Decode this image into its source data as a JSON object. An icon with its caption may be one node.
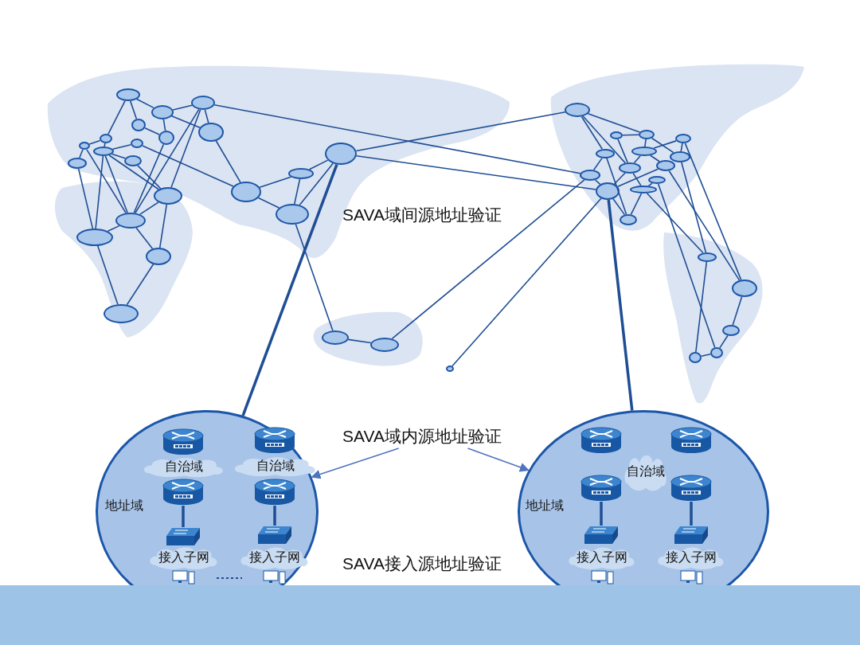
{
  "diagram": {
    "nodes": [
      {
        "text": [],
        "shape": "ellipse"
      },
      {
        "text": [],
        "shape": "ellipse"
      },
      {
        "text": [],
        "shape": "ellipse"
      },
      {
        "text": [],
        "shape": "ellipse"
      },
      {
        "text": [],
        "shape": "ellipse"
      },
      {
        "text": [],
        "shape": "ellipse"
      },
      {
        "text": [],
        "shape": "ellipse"
      },
      {
        "text": [],
        "shape": "ellipse"
      },
      {
        "text": [],
        "shape": "ellipse"
      },
      {
        "text": [],
        "shape": "ellipse"
      },
      {
        "text": [],
        "shape": "ellipse"
      },
      {
        "text": [],
        "shape": "ellipse"
      },
      {
        "text": [],
        "shape": "ellipse"
      },
      {
        "text": [],
        "shape": "ellipse"
      },
      {
        "text": [],
        "shape": "ellipse"
      },
      {
        "text": [],
        "shape": "ellipse"
      },
      {
        "text": [],
        "shape": "ellipse"
      },
      {
        "text": [],
        "shape": "ellipse"
      },
      {
        "text": [],
        "shape": "ellipse"
      },
      {
        "text": [],
        "shape": "ellipse"
      },
      {
        "text": [],
        "shape": "ellipse"
      },
      {
        "text": [],
        "shape": "ellipse"
      },
      {
        "text": [],
        "shape": "ellipse"
      },
      {
        "text": [],
        "shape": "ellipse"
      },
      {
        "text": [],
        "shape": "ellipse"
      },
      {
        "text": [],
        "shape": "ellipse"
      },
      {
        "text": [],
        "shape": "ellipse"
      },
      {
        "text": [],
        "shape": "ellipse"
      },
      {
        "text": [],
        "shape": "ellipse"
      },
      {
        "text": [],
        "shape": "ellipse"
      },
      {
        "text": [],
        "shape": "ellipse"
      },
      {
        "text": [],
        "shape": "ellipse"
      },
      {
        "text": [],
        "shape": "ellipse"
      },
      {
        "text": [],
        "shape": "ellipse"
      },
      {
        "text": [],
        "shape": "ellipse"
      },
      {
        "text": [],
        "shape": "ellipse"
      },
      {
        "text": [],
        "shape": "ellipse"
      },
      {
        "text": [],
        "shape": "ellipse"
      },
      {
        "text": [],
        "shape": "ellipse"
      },
      {
        "text": [],
        "shape": "ellipse"
      },
      {
        "text": [],
        "shape": "ellipse"
      },
      {
        "text": [],
        "shape": "ellipse"
      },
      {
        "text": [],
        "shape": "ellipse"
      },
      {
        "text": [
          "SAVA域内源地址验证"
        ]
      },
      {
        "text": [
          "地址域"
        ]
      },
      {
        "text": [],
        "shape": "picture",
        "in": 44
      },
      {
        "text": [],
        "shape": "picture",
        "in": 44
      },
      {
        "text": [
          "自治域"
        ],
        "in": 44
      },
      {
        "text": [
          "自治域"
        ],
        "in": 44
      },
      {
        "text": [],
        "shape": "picture",
        "in": 44
      },
      {
        "text": [],
        "shape": "picture",
        "in": 44
      },
      {
        "text": [],
        "shape": "picture",
        "in": 44
      },
      {
        "text": [],
        "shape": "picture",
        "in": 44
      },
      {
        "text": [
          "接入子网"
        ],
        "in": 44
      },
      {
        "text": [
          "接入子网"
        ],
        "in": 44
      },
      {
        "text": [
          "地址域"
        ]
      },
      {
        "text": [],
        "shape": "picture",
        "in": 55
      },
      {
        "text": [],
        "shape": "picture",
        "in": 55
      },
      {
        "text": [
          "自治域"
        ],
        "in": 55
      },
      {
        "text": [],
        "shape": "picture",
        "in": 55
      },
      {
        "text": [],
        "shape": "picture",
        "in": 55
      },
      {
        "text": [],
        "shape": "picture",
        "in": 55
      },
      {
        "text": [],
        "shape": "picture",
        "in": 55
      },
      {
        "text": [
          "接入子网"
        ],
        "in": 55
      },
      {
        "text": [
          "接入子网"
        ],
        "in": 55
      }
    ],
    "edges": [
      {
        "from": 0,
        "to": 1,
        "arrow": "none"
      },
      {
        "from": 0,
        "to": 6,
        "arrow": "none"
      },
      {
        "from": 0,
        "to": 3,
        "arrow": "none"
      },
      {
        "from": 1,
        "to": 2,
        "arrow": "none"
      },
      {
        "from": 1,
        "to": 4,
        "arrow": "none"
      },
      {
        "from": 1,
        "to": 5,
        "arrow": "none"
      },
      {
        "from": 2,
        "to": 5,
        "arrow": "none"
      },
      {
        "from": 2,
        "to": 12,
        "arrow": "none"
      },
      {
        "from": 2,
        "to": 13,
        "arrow": "none"
      },
      {
        "from": 2,
        "to": 33,
        "arrow": "none"
      },
      {
        "from": 3,
        "to": 4,
        "arrow": "none"
      },
      {
        "from": 4,
        "to": 13,
        "arrow": "none"
      },
      {
        "from": 5,
        "to": 17,
        "arrow": "none"
      },
      {
        "from": 6,
        "to": 9,
        "arrow": "none"
      },
      {
        "from": 6,
        "to": 8,
        "arrow": "none"
      },
      {
        "from": 8,
        "to": 10,
        "arrow": "none"
      },
      {
        "from": 8,
        "to": 13,
        "arrow": "none"
      },
      {
        "from": 7,
        "to": 9,
        "arrow": "none"
      },
      {
        "from": 7,
        "to": 17,
        "arrow": "none"
      },
      {
        "from": 9,
        "to": 11,
        "arrow": "none"
      },
      {
        "from": 9,
        "to": 12,
        "arrow": "none"
      },
      {
        "from": 9,
        "to": 13,
        "arrow": "none"
      },
      {
        "from": 9,
        "to": 14,
        "arrow": "none"
      },
      {
        "from": 10,
        "to": 14,
        "arrow": "none"
      },
      {
        "from": 11,
        "to": 12,
        "arrow": "none"
      },
      {
        "from": 12,
        "to": 13,
        "arrow": "none"
      },
      {
        "from": 12,
        "to": 15,
        "arrow": "none"
      },
      {
        "from": 13,
        "to": 14,
        "arrow": "none"
      },
      {
        "from": 13,
        "to": 15,
        "arrow": "none"
      },
      {
        "from": 14,
        "to": 16,
        "arrow": "none"
      },
      {
        "from": 15,
        "to": 16,
        "arrow": "none"
      },
      {
        "from": 17,
        "to": 18,
        "arrow": "none"
      },
      {
        "from": 17,
        "to": 20,
        "arrow": "none"
      },
      {
        "from": 18,
        "to": 20,
        "arrow": "none"
      },
      {
        "from": 18,
        "to": 19,
        "arrow": "none"
      },
      {
        "from": 19,
        "to": 20,
        "arrow": "none"
      },
      {
        "from": 19,
        "to": 24,
        "arrow": "none"
      },
      {
        "from": 19,
        "to": 35,
        "arrow": "none"
      },
      {
        "from": 20,
        "to": 21,
        "arrow": "none"
      },
      {
        "from": 21,
        "to": 22,
        "arrow": "none"
      },
      {
        "from": 22,
        "to": 33,
        "arrow": "none"
      },
      {
        "from": 23,
        "to": 35,
        "arrow": "none"
      },
      {
        "from": 24,
        "to": 28,
        "arrow": "none"
      },
      {
        "from": 24,
        "to": 31,
        "arrow": "none"
      },
      {
        "from": 24,
        "to": 26,
        "arrow": "none"
      },
      {
        "from": 25,
        "to": 26,
        "arrow": "none"
      },
      {
        "from": 25,
        "to": 31,
        "arrow": "none"
      },
      {
        "from": 26,
        "to": 29,
        "arrow": "none"
      },
      {
        "from": 26,
        "to": 30,
        "arrow": "none"
      },
      {
        "from": 27,
        "to": 29,
        "arrow": "none"
      },
      {
        "from": 27,
        "to": 30,
        "arrow": "none"
      },
      {
        "from": 27,
        "to": 39,
        "arrow": "none"
      },
      {
        "from": 28,
        "to": 33,
        "arrow": "none"
      },
      {
        "from": 28,
        "to": 37,
        "arrow": "none"
      },
      {
        "from": 29,
        "to": 31,
        "arrow": "none"
      },
      {
        "from": 29,
        "to": 32,
        "arrow": "none"
      },
      {
        "from": 30,
        "to": 38,
        "arrow": "none"
      },
      {
        "from": 31,
        "to": 35,
        "arrow": "none"
      },
      {
        "from": 32,
        "to": 35,
        "arrow": "none"
      },
      {
        "from": 32,
        "to": 39,
        "arrow": "none"
      },
      {
        "from": 33,
        "to": 35,
        "arrow": "none"
      },
      {
        "from": 34,
        "to": 36,
        "arrow": "none"
      },
      {
        "from": 34,
        "to": 41,
        "arrow": "none"
      },
      {
        "from": 35,
        "to": 37,
        "arrow": "none"
      },
      {
        "from": 36,
        "to": 37,
        "arrow": "none"
      },
      {
        "from": 36,
        "to": 38,
        "arrow": "none"
      },
      {
        "from": 31,
        "to": 36,
        "arrow": "none"
      },
      {
        "from": 38,
        "to": 42,
        "arrow": "none"
      },
      {
        "from": 39,
        "to": 40,
        "arrow": "none"
      },
      {
        "from": 40,
        "to": 41,
        "arrow": "none"
      },
      {
        "from": 41,
        "to": 42,
        "arrow": "none"
      },
      {
        "from": 19,
        "to": 44,
        "arrow": "none",
        "style": "thick"
      },
      {
        "from": 35,
        "to": 55,
        "arrow": "none",
        "style": "thick"
      },
      {
        "from": 43,
        "to": 44,
        "arrow": "to",
        "color": "#4f74be"
      },
      {
        "from": 43,
        "to": 55,
        "arrow": "to",
        "color": "#4f74be"
      },
      {
        "from": 49,
        "to": 51,
        "arrow": "none",
        "style": "thick"
      },
      {
        "from": 50,
        "to": 52,
        "arrow": "none",
        "style": "thick"
      },
      {
        "from": 59,
        "to": 61,
        "arrow": "none",
        "style": "thick"
      },
      {
        "from": 60,
        "to": 62,
        "arrow": "none",
        "style": "thick"
      }
    ],
    "labels": [
      "SAVA域间源地址验证",
      "SAVA接入源地址验证"
    ]
  }
}
